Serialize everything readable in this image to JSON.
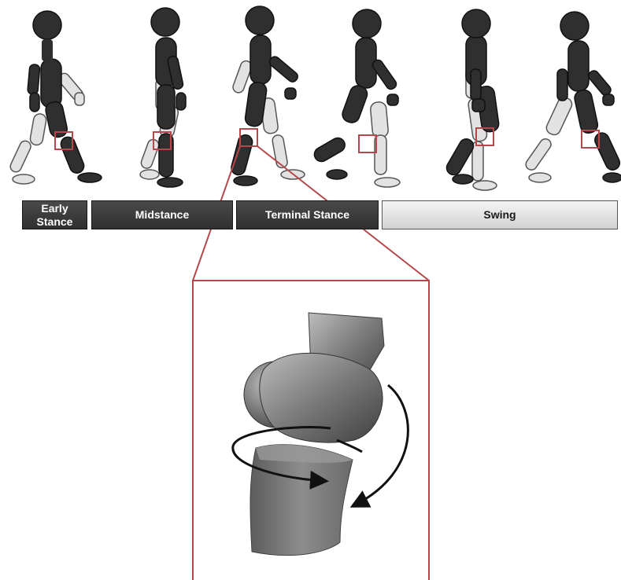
{
  "phases": {
    "early_stance": "Early\nStance",
    "midstance": "Midstance",
    "terminal_stance": "Terminal Stance",
    "swing": "Swing"
  },
  "colors": {
    "stance_bar": "#333333",
    "swing_bar": "#e6e6e6",
    "highlight_box": "#b5484a",
    "near_limb": "#2b2b2b",
    "far_limb": "#e0e0e0"
  },
  "figures": [
    {
      "phase": "early-stance",
      "head": "dark"
    },
    {
      "phase": "midstance",
      "head": "dark"
    },
    {
      "phase": "terminal-stance",
      "head": "dark"
    },
    {
      "phase": "terminal-stance",
      "head": "dark"
    },
    {
      "phase": "swing",
      "head": "dark"
    },
    {
      "phase": "swing",
      "head": "dark"
    }
  ],
  "inset": {
    "subject": "knee-joint-render",
    "arrows": [
      "axial-rotation",
      "flexion"
    ]
  }
}
